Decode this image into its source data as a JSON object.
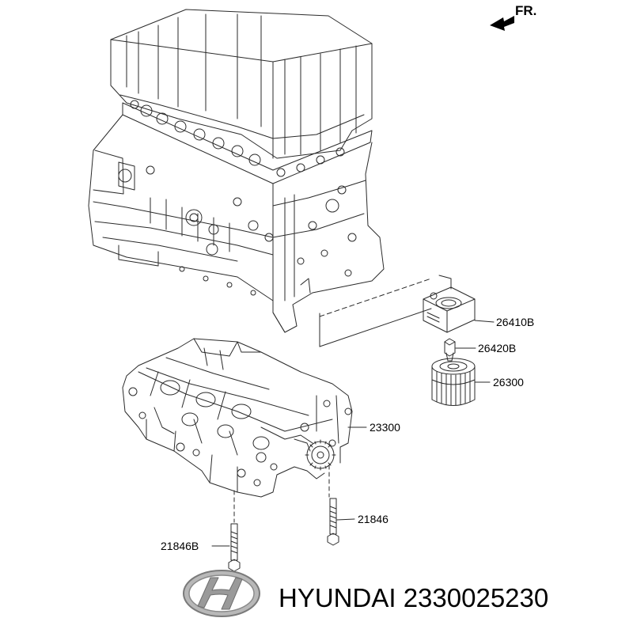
{
  "direction_label": "FR.",
  "callouts": {
    "oil_cooler": "26410B",
    "fitting": "26420B",
    "oil_filter": "26300",
    "balance_shaft_module": "23300",
    "bolt_right": "21846",
    "bolt_left": "21846B"
  },
  "caption": {
    "brand": "HYUNDAI",
    "part_number": "2330025230"
  },
  "colors": {
    "line": "#2a2a2a",
    "logo_silver": "#9a9a9a"
  },
  "icons": [
    "front-direction-arrow-icon",
    "hyundai-logo-icon"
  ]
}
